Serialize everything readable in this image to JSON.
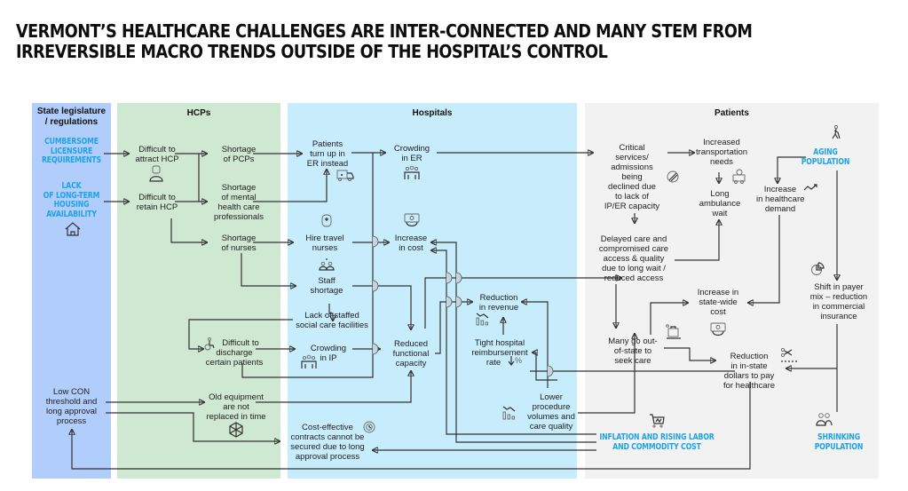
{
  "title": {
    "line1": "VERMONT’S HEALTHCARE CHALLENGES ARE INTER-CONNECTED AND MANY STEM FROM",
    "line2": "IRREVERSIBLE MACRO TRENDS OUTSIDE OF THE HOSPITAL’S CONTROL"
  },
  "lanes": {
    "state": {
      "label1": "State legislature",
      "label2": "/ regulations",
      "color": "#b1cdfb"
    },
    "hcp": {
      "label": "HCPs",
      "color": "#cfe8d2"
    },
    "hospitals": {
      "label": "Hospitals",
      "color": "#c7ecfc"
    },
    "patients": {
      "label": "Patients",
      "color": "#f2f2f2"
    }
  },
  "macro_color": "#1fa3e6",
  "macro_trends": {
    "licensure": [
      "CUMBERSOME",
      "LICENSURE",
      "REQUIREMENTS"
    ],
    "housing": [
      "LACK",
      "OF LONG-TERM",
      "HOUSING",
      "AVAILABILITY"
    ],
    "aging": [
      "AGING",
      "POPULATION"
    ],
    "inflation": [
      "INFLATION AND RISING LABOR",
      "AND COMMODITY COST"
    ],
    "shrinking": [
      "SHRINKING",
      "POPULATION"
    ]
  },
  "nodes": {
    "low_con": [
      "Low CON",
      "threshold and",
      "long approval",
      "process"
    ],
    "attract_hcp": [
      "Difficult to",
      "attract HCP"
    ],
    "retain_hcp": [
      "Difficult to",
      "retain HCP"
    ],
    "shortage_pcp": [
      "Shortage",
      "of PCPs"
    ],
    "shortage_mental": [
      "Shortage",
      "of mental",
      "health care",
      "professionals"
    ],
    "shortage_nurses": [
      "Shortage",
      "of nurses"
    ],
    "discharge": [
      "Difficult to",
      "discharge",
      "certain patients"
    ],
    "old_equipment": [
      "Old equipment",
      "are not",
      "replaced in time"
    ],
    "patients_er": [
      "Patients",
      "turn up in",
      "ER instead"
    ],
    "crowding_er": [
      "Crowding",
      "in ER"
    ],
    "travel_nurses": [
      "Hire travel",
      "nurses"
    ],
    "increase_cost": [
      "Increase",
      "in cost"
    ],
    "staff_shortage": [
      "Staff",
      "shortage"
    ],
    "lack_social": [
      "Lack of staffed",
      "social care facilities"
    ],
    "crowding_ip": [
      "Crowding",
      "in IP"
    ],
    "reduced_capacity": [
      "Reduced",
      "functional",
      "capacity"
    ],
    "cost_contracts": [
      "Cost-effective",
      "contracts cannot be",
      "secured due to long",
      "approval process"
    ],
    "reduction_revenue": [
      "Reduction",
      "in revenue"
    ],
    "tight_reimb": [
      "Tight hospital",
      "reimbursement",
      "rate"
    ],
    "lower_procedure": [
      "Lower",
      "procedure",
      "volumes and",
      "care quality"
    ],
    "critical_services": [
      "Critical",
      "services/",
      "admissions",
      "being",
      "declined due",
      "to lack of",
      "IP/ER capacity"
    ],
    "transport_needs": [
      "Increased",
      "transportation",
      "needs"
    ],
    "ambulance_wait": [
      "Long",
      "ambulance",
      "wait"
    ],
    "healthcare_demand": [
      "Increase",
      "in healthcare",
      "demand"
    ],
    "delayed_care": [
      "Delayed care and",
      "compromised care",
      "access & quality",
      "due to long wait /",
      "reduced access"
    ],
    "statewide_cost": [
      "Increase in",
      "state-wide",
      "cost"
    ],
    "payer_mix": [
      "Shift in payer",
      "mix – reduction",
      "in commercial",
      "insurance"
    ],
    "out_of_state": [
      "Many go out-",
      "of-state to",
      "seek care"
    ],
    "instate_dollars": [
      "Reduction",
      "in in-state",
      "dollars to pay",
      "for healthcare"
    ]
  },
  "icons": {
    "house": "house-icon",
    "doctor": "doctor-icon",
    "ambulance": "ambulance-icon",
    "crowd": "crowd-icon",
    "money": "money-icon",
    "mouse": "medical-badge-icon",
    "people": "people-icon",
    "wheelchair": "wheelchair-icon",
    "gear": "gear-clock-icon",
    "web": "web-icon",
    "chart_down": "declining-chart-icon",
    "percent_down": "percent-down-icon",
    "no_entry": "no-entry-icon",
    "trend_up": "trend-up-icon",
    "elderly": "elderly-person-icon",
    "pie": "pie-chart-icon",
    "luggage": "luggage-icon",
    "scissors": "scissors-icon",
    "cart": "shopping-cart-icon",
    "group": "group-icon"
  }
}
